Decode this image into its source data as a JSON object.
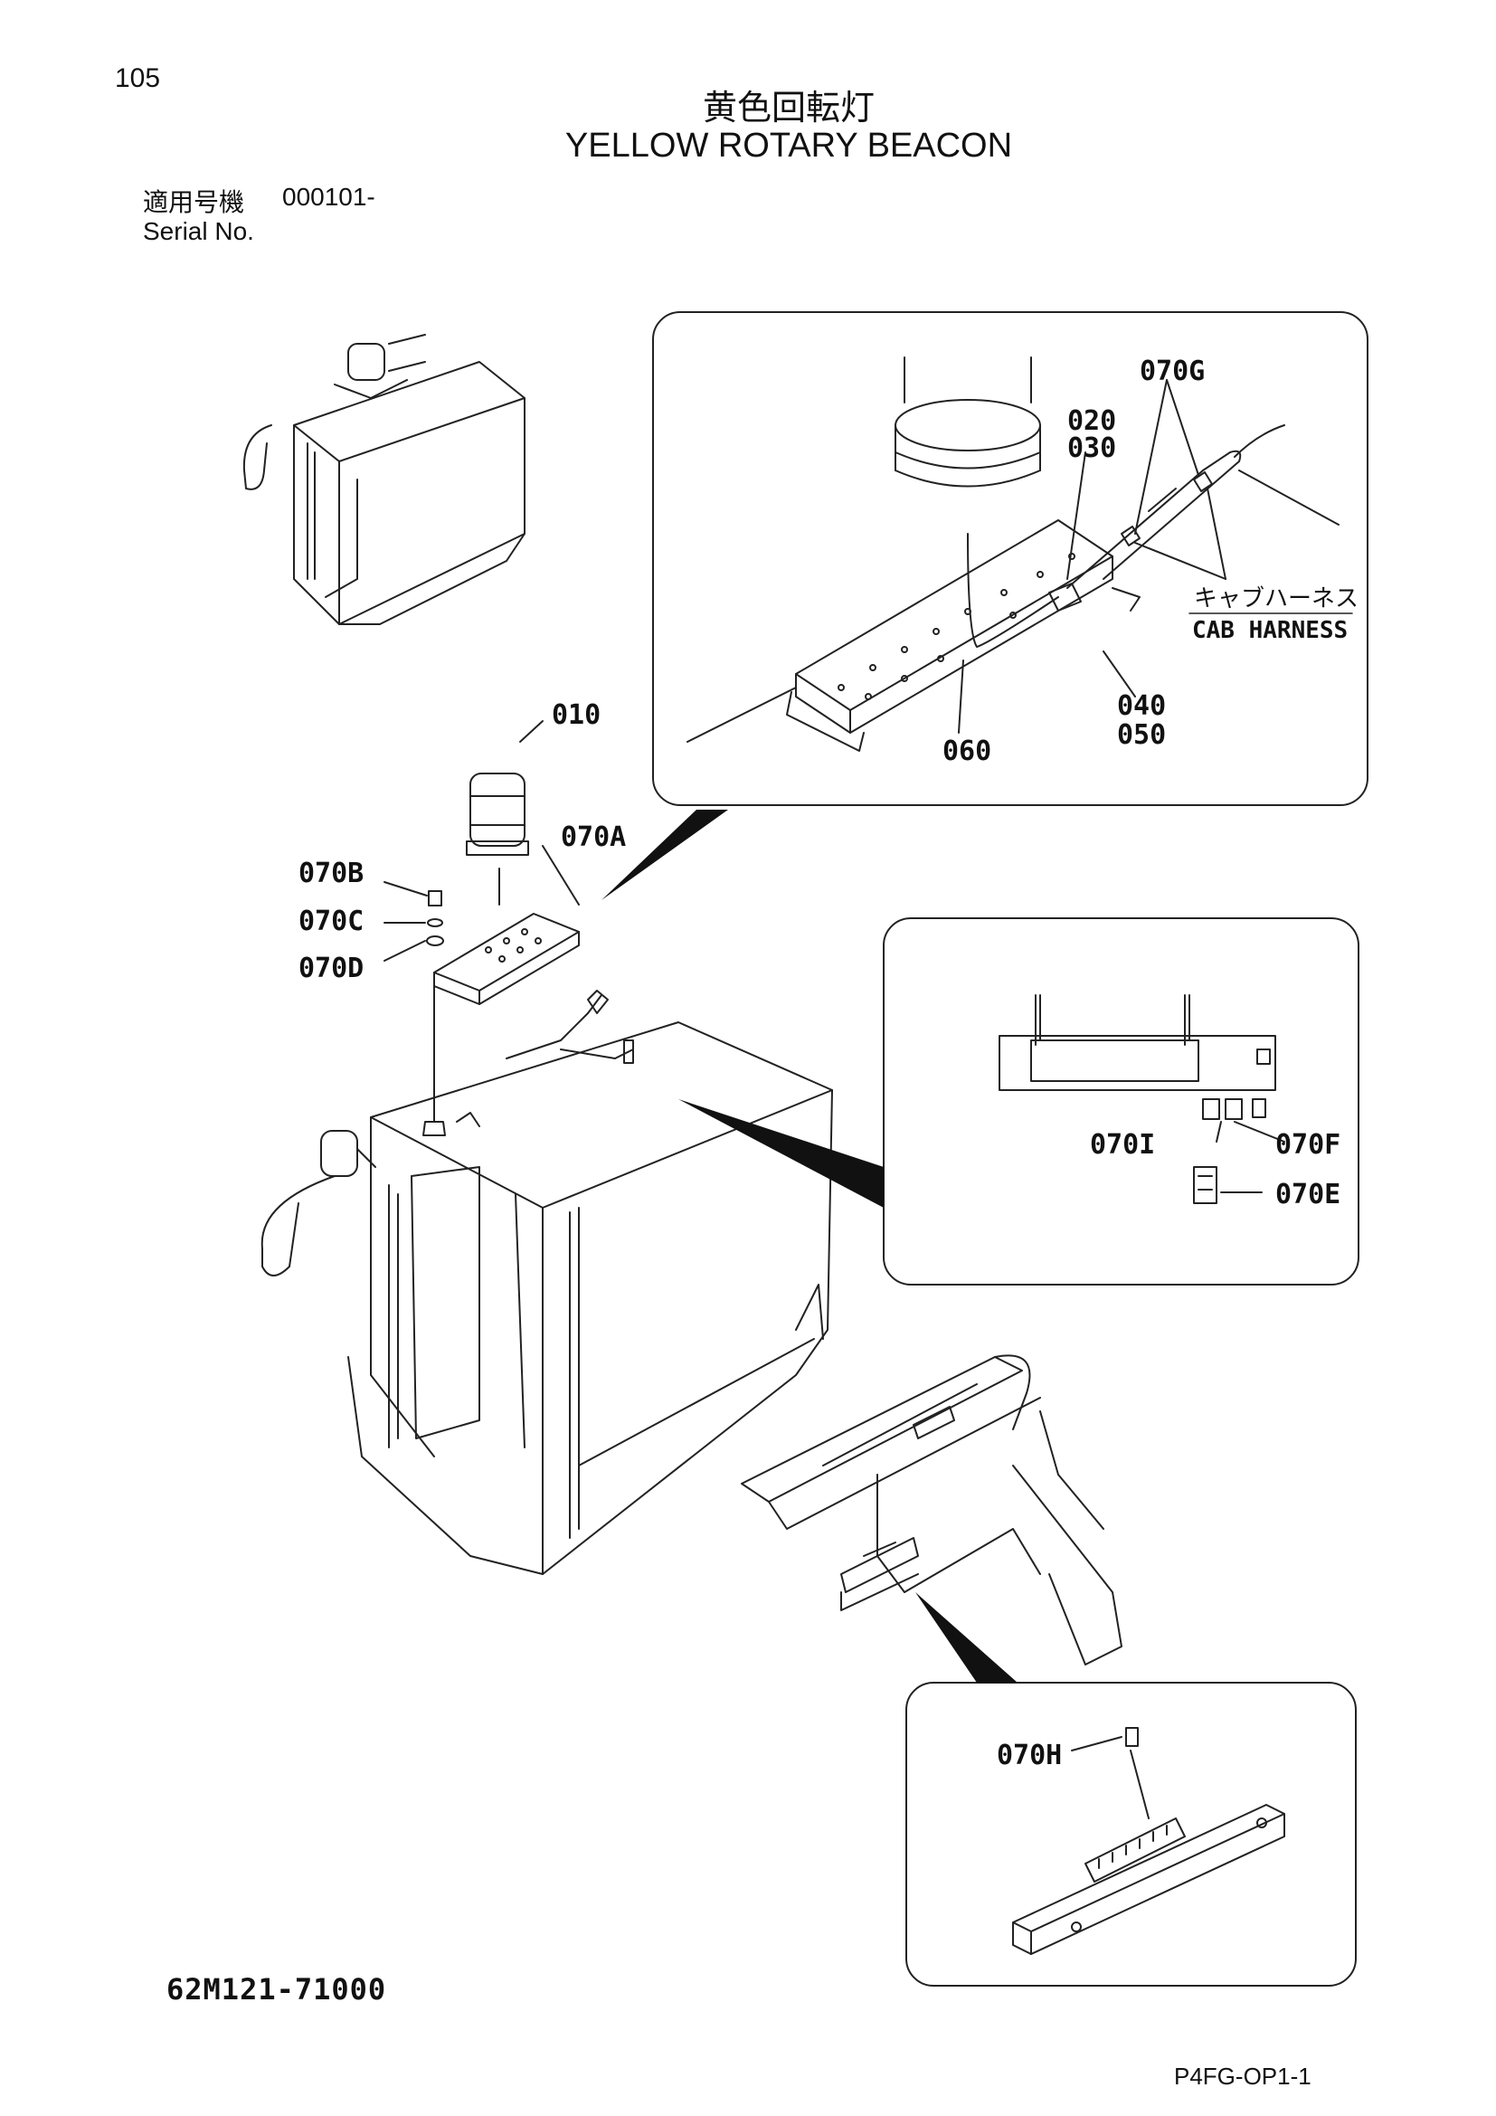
{
  "page": {
    "number": "105",
    "title_jp": "黄色回転灯",
    "title_en": "YELLOW ROTARY BEACON",
    "serial_label_jp": "適用号機",
    "serial_value": "000101-",
    "serial_label_en": "Serial No.",
    "drawing_number": "62M121-71000",
    "page_code": "P4FG-OP1-1"
  },
  "callouts": {
    "p010": "010",
    "p020": "020",
    "p030": "030",
    "p040": "040",
    "p050": "050",
    "p060": "060",
    "p070A": "070A",
    "p070B": "070B",
    "p070C": "070C",
    "p070D": "070D",
    "p070E": "070E",
    "p070F": "070F",
    "p070G": "070G",
    "p070H": "070H",
    "p070I": "070I",
    "cab_harness_jp": "キャブハーネス",
    "cab_harness_en": "CAB HARNESS"
  }
}
